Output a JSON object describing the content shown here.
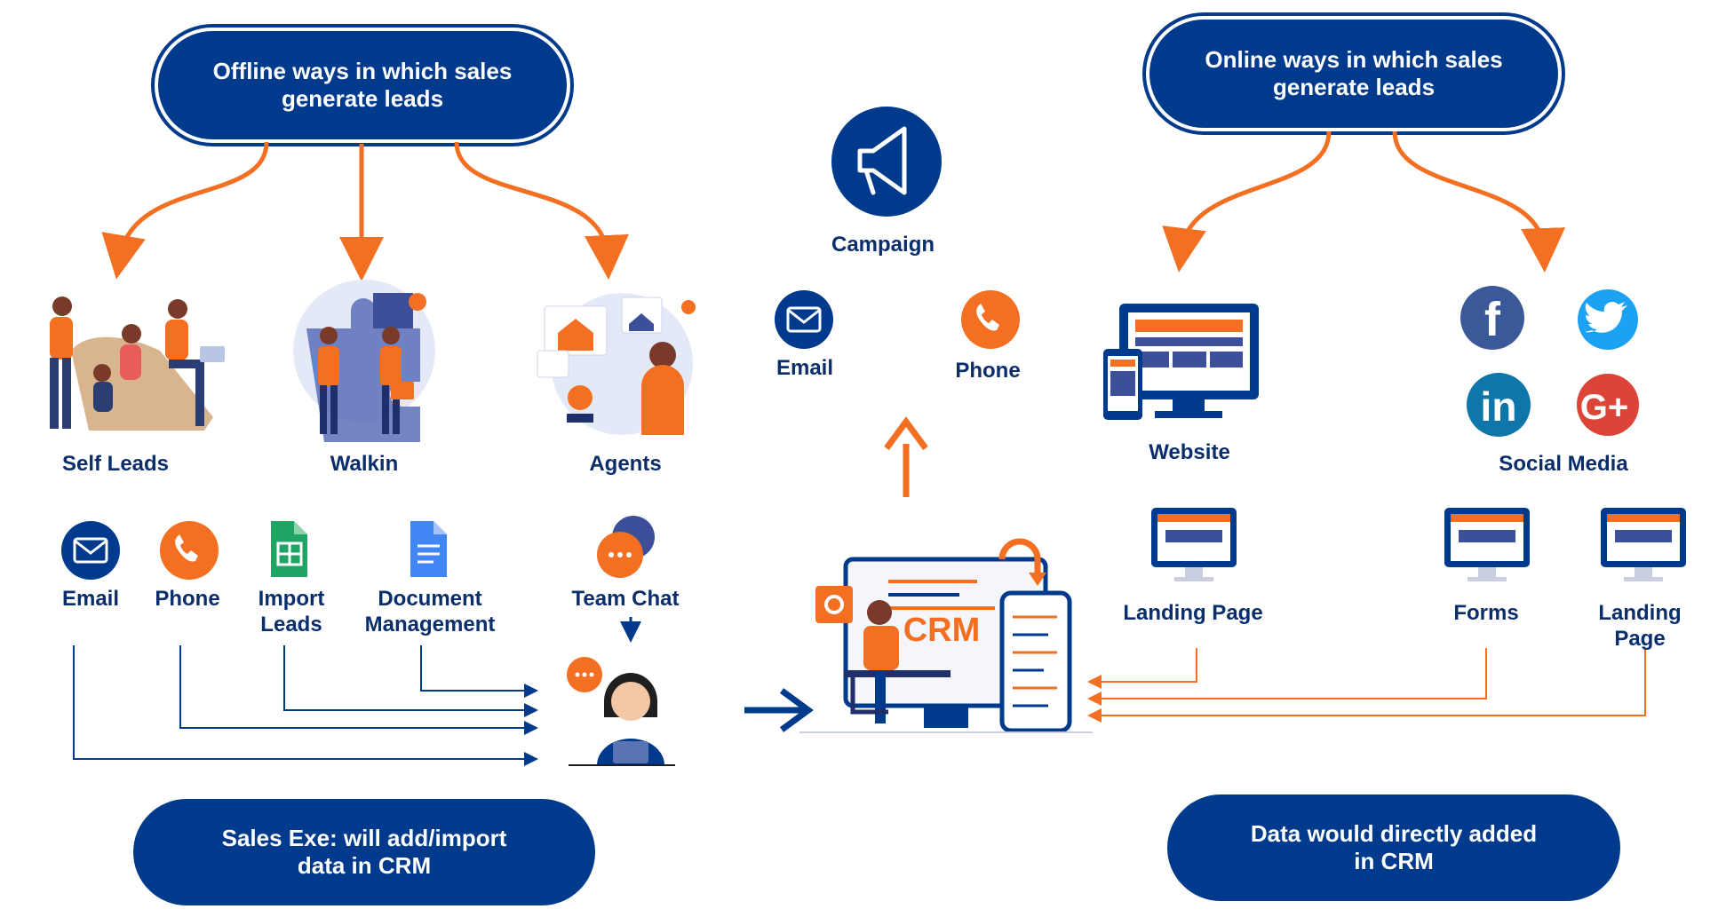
{
  "offline_header": "Offline ways in which  sales\ngenerate leads",
  "online_header": "Online ways in which  sales\ngenerate leads",
  "offline_footer": "Sales Exe: will add/import\ndata in CRM",
  "online_footer": "Data would directly added\nin CRM",
  "offline_sources": [
    "Self Leads",
    "Walkin",
    "Agents"
  ],
  "offline_channels": [
    "Email",
    "Phone",
    "Import\nLeads",
    "Document\nManagement",
    "Team Chat"
  ],
  "center": {
    "campaign": "Campaign",
    "email": "Email",
    "phone": "Phone",
    "crm_text": "CRM"
  },
  "online_sources": [
    "Website",
    "Social Media"
  ],
  "online_channels": [
    "Landing Page",
    "Forms",
    "Landing Page"
  ],
  "icons": {
    "campaign": "megaphone-icon",
    "email": "envelope-icon",
    "phone": "phone-icon",
    "import": "spreadsheet-icon",
    "document": "document-icon",
    "team_chat": "chat-bubbles-icon",
    "social": [
      "facebook-icon",
      "twitter-icon",
      "linkedin-icon",
      "google-plus-icon"
    ]
  },
  "colors": {
    "navy": "#003a8c",
    "orange": "#f36f21",
    "text": "#0a2d6b",
    "facebook": "#3b5998",
    "twitter": "#1da1f2",
    "linkedin": "#0e76a8",
    "google": "#db4437",
    "sheets": "#1fa463",
    "docs": "#4285f4"
  }
}
